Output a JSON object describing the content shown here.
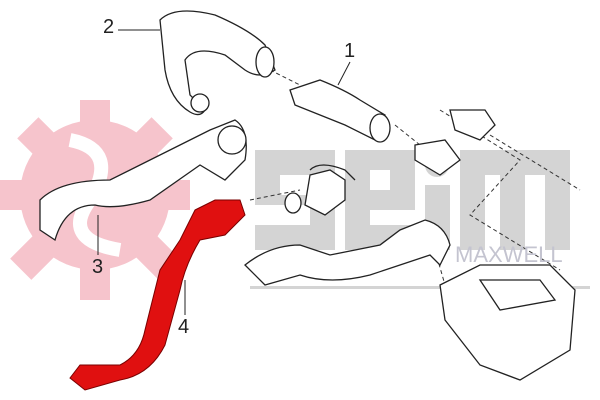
{
  "labels": [
    {
      "id": "1",
      "text": "1"
    },
    {
      "id": "2",
      "text": "2"
    },
    {
      "id": "3",
      "text": "3"
    },
    {
      "id": "4",
      "text": "4"
    }
  ],
  "watermark": {
    "logo_text": "seim",
    "sub_text": "MAXWELL"
  },
  "colors": {
    "highlight": "#e01010",
    "outline": "#222222",
    "watermark_gray": "#d4d4d4",
    "watermark_pink": "#f6c4cc"
  }
}
